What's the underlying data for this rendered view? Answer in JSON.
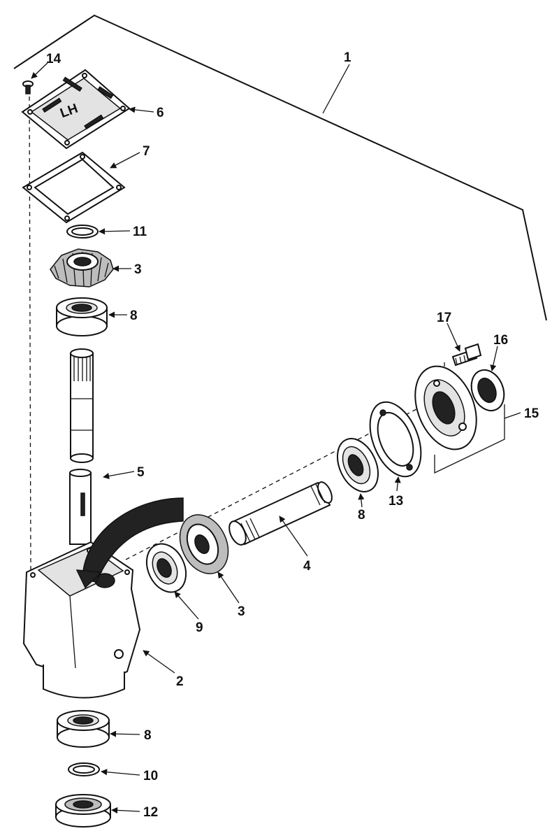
{
  "callouts": [
    {
      "id": "c1",
      "text": "1"
    },
    {
      "id": "c14",
      "text": "14"
    },
    {
      "id": "c6",
      "text": "6"
    },
    {
      "id": "c7",
      "text": "7"
    },
    {
      "id": "c11",
      "text": "11"
    },
    {
      "id": "c3a",
      "text": "3"
    },
    {
      "id": "c8a",
      "text": "8"
    },
    {
      "id": "c5",
      "text": "5"
    },
    {
      "id": "c17",
      "text": "17"
    },
    {
      "id": "c16",
      "text": "16"
    },
    {
      "id": "c15",
      "text": "15"
    },
    {
      "id": "c13",
      "text": "13"
    },
    {
      "id": "c8b",
      "text": "8"
    },
    {
      "id": "c4",
      "text": "4"
    },
    {
      "id": "c3b",
      "text": "3"
    },
    {
      "id": "c9",
      "text": "9"
    },
    {
      "id": "c2",
      "text": "2"
    },
    {
      "id": "c8c",
      "text": "8"
    },
    {
      "id": "c10",
      "text": "10"
    },
    {
      "id": "c12",
      "text": "12"
    }
  ],
  "cover_marking": "LH"
}
